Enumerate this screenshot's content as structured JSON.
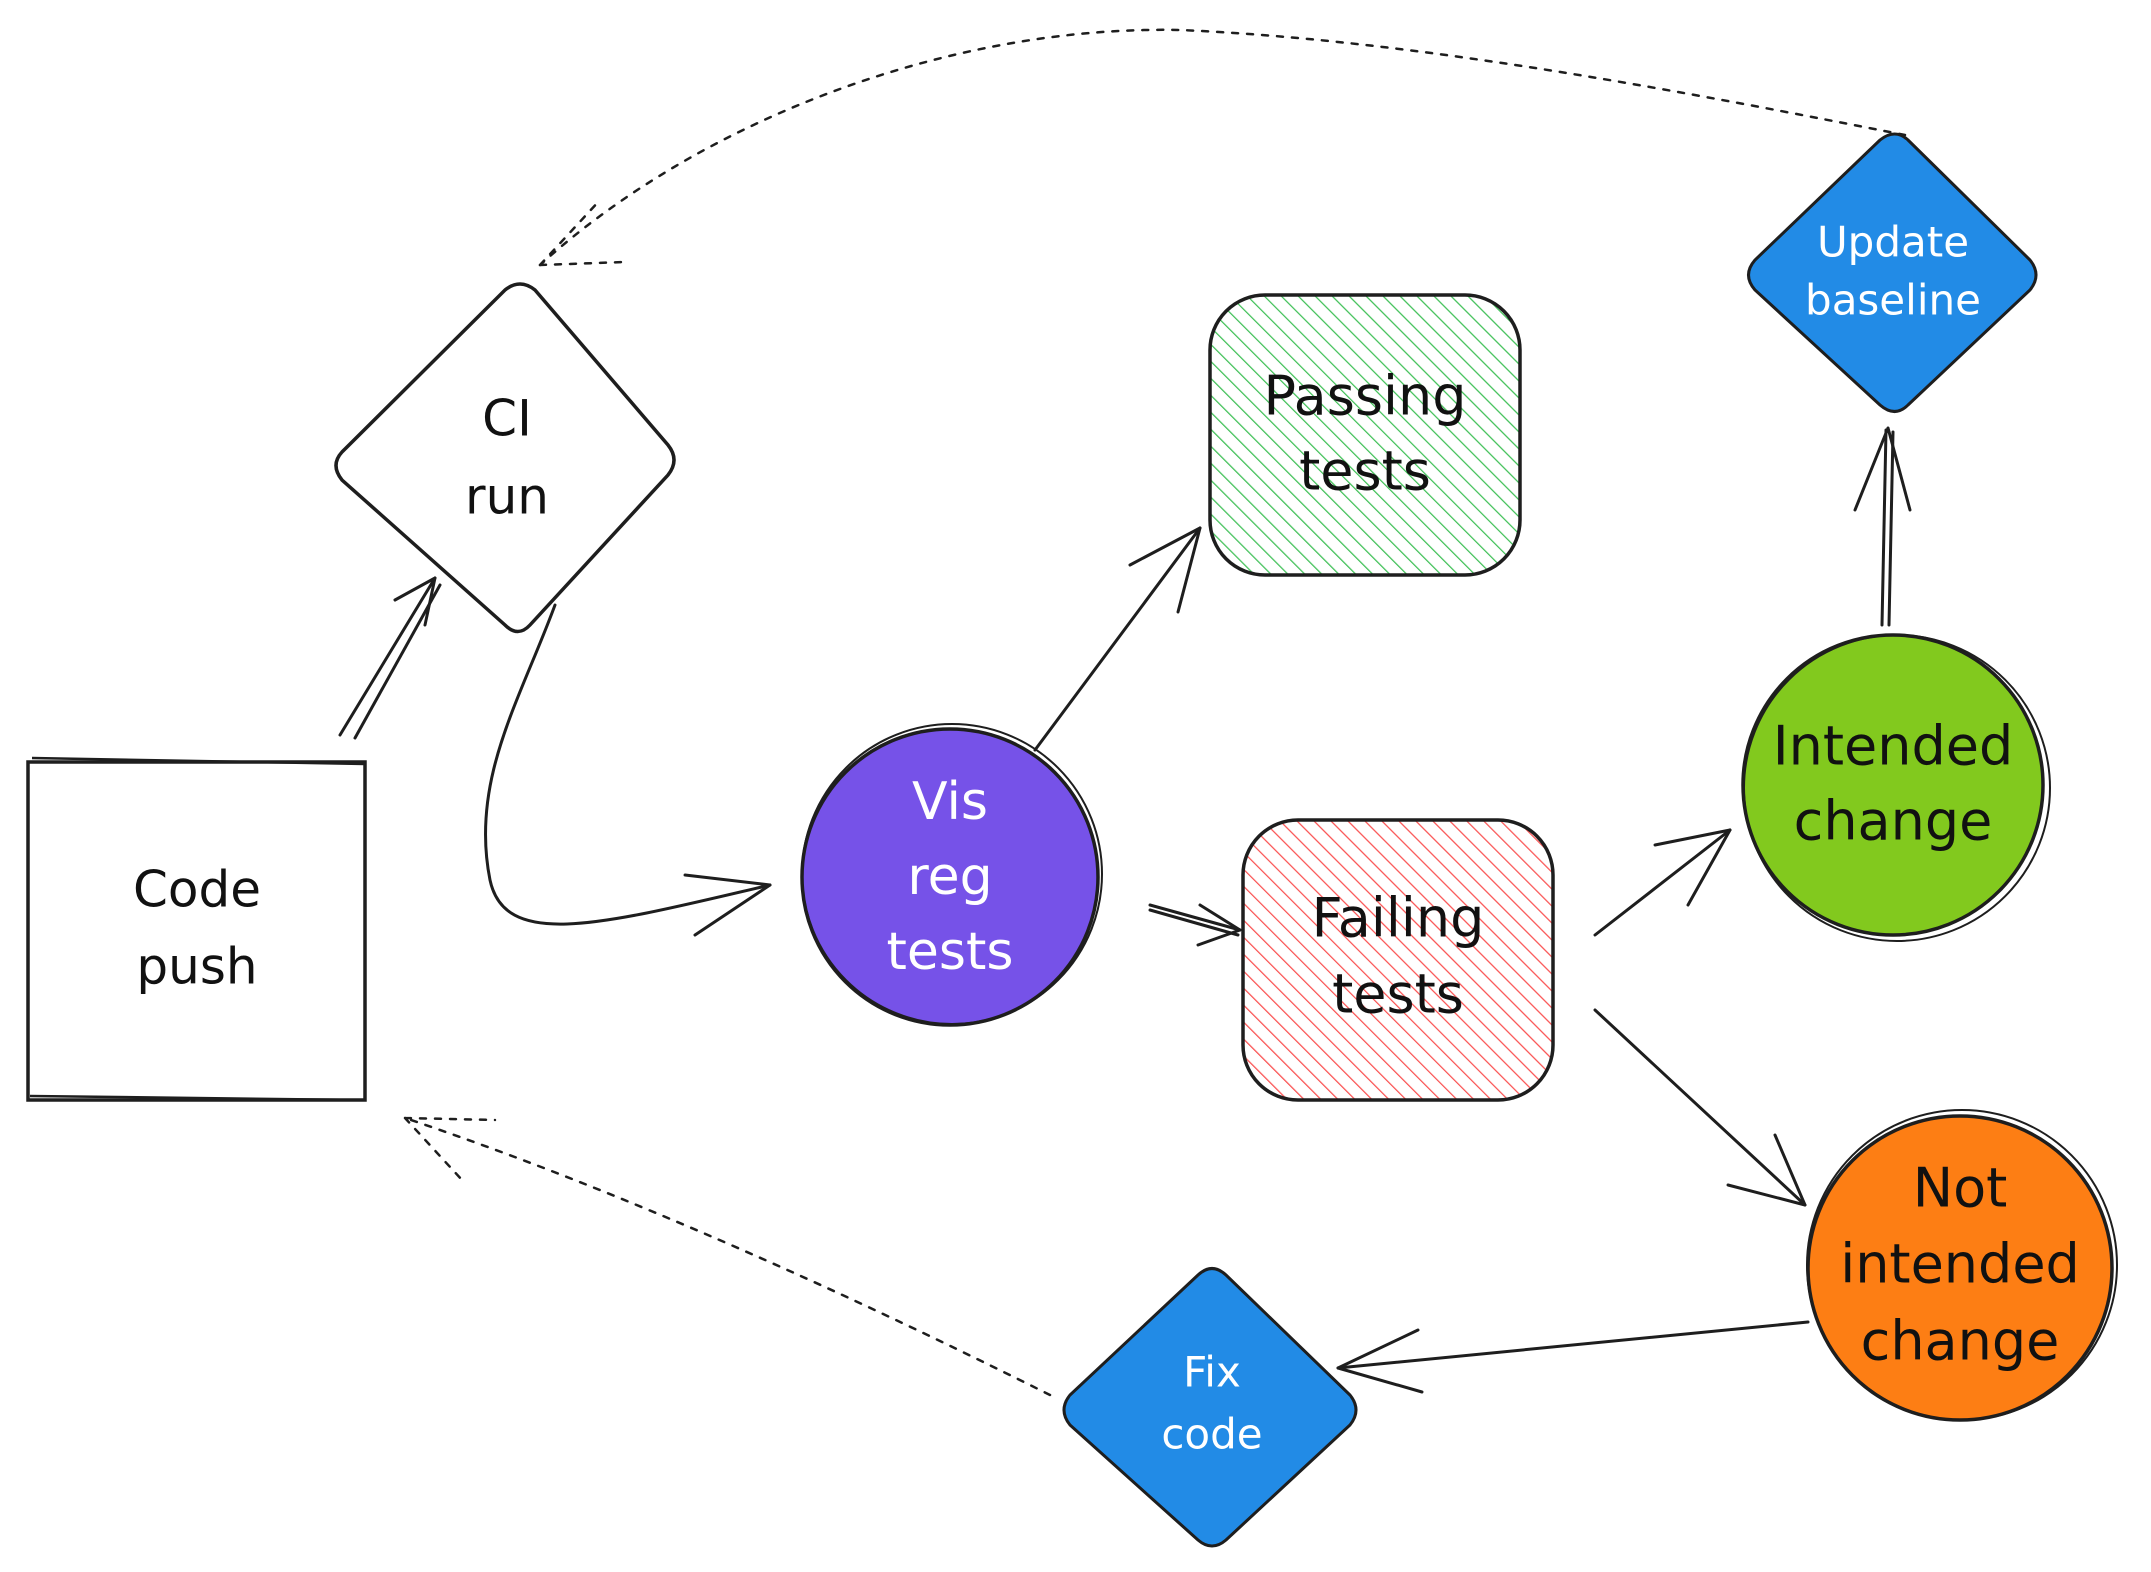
{
  "nodes": {
    "code_push": {
      "line1": "Code",
      "line2": "push"
    },
    "ci_run": {
      "line1": "CI",
      "line2": "run"
    },
    "vis_reg": {
      "line1": "Vis",
      "line2": "reg",
      "line3": "tests",
      "color": "#7652e8"
    },
    "passing": {
      "line1": "Passing",
      "line2": "tests",
      "color": "#2fb344"
    },
    "failing": {
      "line1": "Failing",
      "line2": "tests",
      "color": "#e03131"
    },
    "update_baseline": {
      "line1": "Update",
      "line2": "baseline",
      "color": "#228be6"
    },
    "intended": {
      "line1": "Intended",
      "line2": "change",
      "color": "#82c91e"
    },
    "not_intended": {
      "line1": "Not",
      "line2": "intended",
      "line3": "change",
      "color": "#fd7e14"
    },
    "fix_code": {
      "line1": "Fix",
      "line2": "code",
      "color": "#228be6"
    }
  }
}
